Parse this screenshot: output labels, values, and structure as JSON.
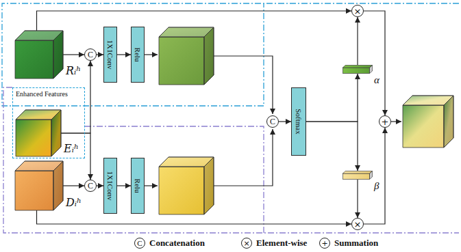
{
  "diagram": {
    "nodes": [
      {
        "text": [
          "Rᵢʰ"
        ]
      },
      {
        "text": [
          "Enhanced Features"
        ]
      },
      {
        "text": [
          "Eᵢʰ"
        ],
        "in": 1
      },
      {
        "text": [
          "Dᵢʰ"
        ]
      },
      {
        "text": [
          "C"
        ]
      },
      {
        "text": [
          "1X1Conv"
        ]
      },
      {
        "text": [
          "Relu"
        ]
      },
      {
        "text": [
          "C"
        ]
      },
      {
        "text": [
          "1X1Conv"
        ]
      },
      {
        "text": [
          "Relu"
        ]
      },
      {
        "text": [
          "C"
        ]
      },
      {
        "text": [
          "Softmax"
        ]
      },
      {
        "text": [
          "×"
        ]
      },
      {
        "text": [
          "α"
        ]
      },
      {
        "text": [
          "β"
        ]
      },
      {
        "text": [
          "×"
        ]
      },
      {
        "text": [
          "+"
        ]
      }
    ],
    "edges": [
      {
        "from": 0,
        "to": 4,
        "arrow": "to"
      },
      {
        "from": 2,
        "to": 4,
        "arrow": "to"
      },
      {
        "from": 2,
        "to": 7,
        "arrow": "to"
      },
      {
        "from": 3,
        "to": 7,
        "arrow": "to"
      },
      {
        "from": 4,
        "to": 5,
        "arrow": "to"
      },
      {
        "from": 5,
        "to": 6,
        "arrow": "to"
      },
      {
        "from": 7,
        "to": 8,
        "arrow": "to"
      },
      {
        "from": 8,
        "to": 9,
        "arrow": "to"
      },
      {
        "from": 10,
        "to": 11,
        "arrow": "to"
      },
      {
        "from": 11,
        "to": 13,
        "arrow": "to"
      },
      {
        "from": 11,
        "to": 14,
        "arrow": "to"
      },
      {
        "from": 13,
        "to": 12,
        "arrow": "to"
      },
      {
        "from": 14,
        "to": 15,
        "arrow": "to"
      },
      {
        "from": 0,
        "to": 12,
        "arrow": "to"
      },
      {
        "from": 3,
        "to": 15,
        "arrow": "to"
      },
      {
        "from": 12,
        "to": 16,
        "arrow": "to"
      },
      {
        "from": 15,
        "to": 16,
        "arrow": "to"
      }
    ],
    "labels": [
      "C",
      "×",
      "+"
    ],
    "legend": [
      {
        "text": "Concatenation"
      },
      {
        "text": "Element-wise"
      },
      {
        "text": "Summation"
      }
    ]
  }
}
